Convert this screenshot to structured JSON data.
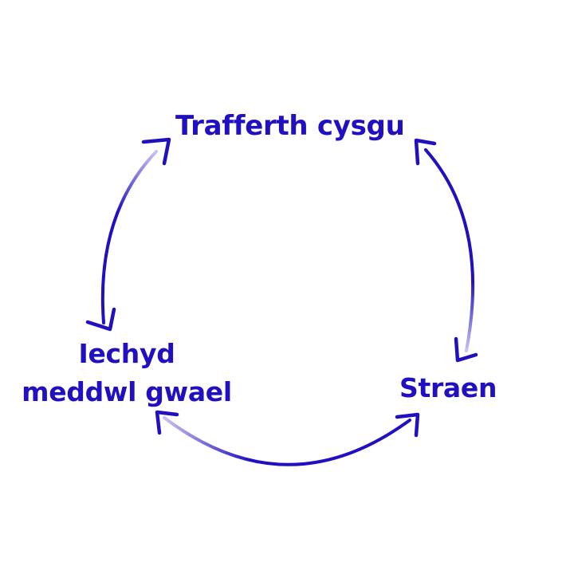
{
  "diagram": {
    "type": "cycle",
    "color": "#2010c0",
    "nodes": [
      {
        "id": "top",
        "label": "Trafferth cysgu"
      },
      {
        "id": "left",
        "lines": [
          "Iechyd",
          "meddwl gwael"
        ]
      },
      {
        "id": "right",
        "label": "Straen"
      }
    ],
    "edges": [
      {
        "between": [
          "top",
          "left"
        ],
        "arrows": "both"
      },
      {
        "between": [
          "top",
          "right"
        ],
        "arrows": "both"
      },
      {
        "between": [
          "left",
          "right"
        ],
        "arrows": "both"
      }
    ]
  }
}
